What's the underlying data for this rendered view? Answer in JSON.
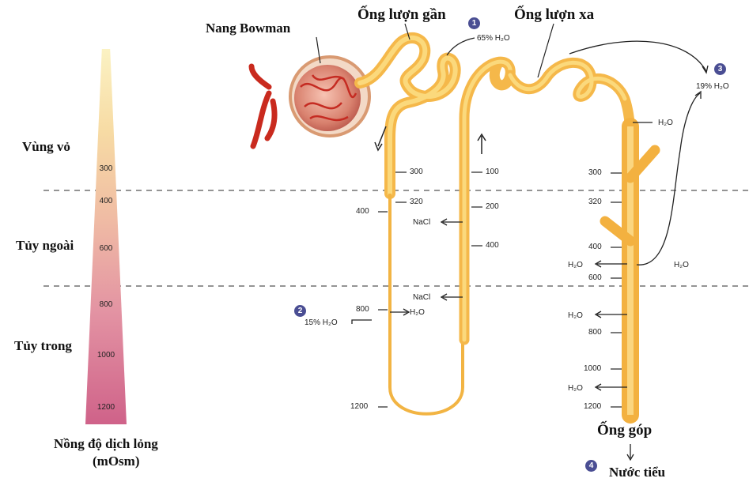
{
  "labels": {
    "bowman": "Nang Bowman",
    "proximal": "Ống lượn gần",
    "distal": "Ống lượn xa",
    "collecting": "Ống góp",
    "urine": "Nước tiểu"
  },
  "zones": {
    "cortex": "Vùng vỏ",
    "outer_medulla": "Tủy ngoài",
    "inner_medulla": "Tủy trong"
  },
  "gradient": {
    "title_line1": "Nồng độ dịch lỏng",
    "title_line2": "(mOsm)",
    "scale": [
      "300",
      "400",
      "600",
      "800",
      "1000",
      "1200"
    ]
  },
  "badges": [
    "1",
    "2",
    "3",
    "4"
  ],
  "annotations": {
    "pct_65": "65% H₂O",
    "pct_15": "15% H₂O",
    "pct_19": "19% H₂O",
    "h2o": "H₂O",
    "nacl": "NaCl"
  },
  "descending_ticks": [
    "300",
    "320",
    "400",
    "800",
    "1200"
  ],
  "ascending_ticks": [
    "100",
    "200",
    "400"
  ],
  "collecting_ticks": [
    "300",
    "320",
    "400",
    "600",
    "800",
    "1000",
    "1200"
  ]
}
